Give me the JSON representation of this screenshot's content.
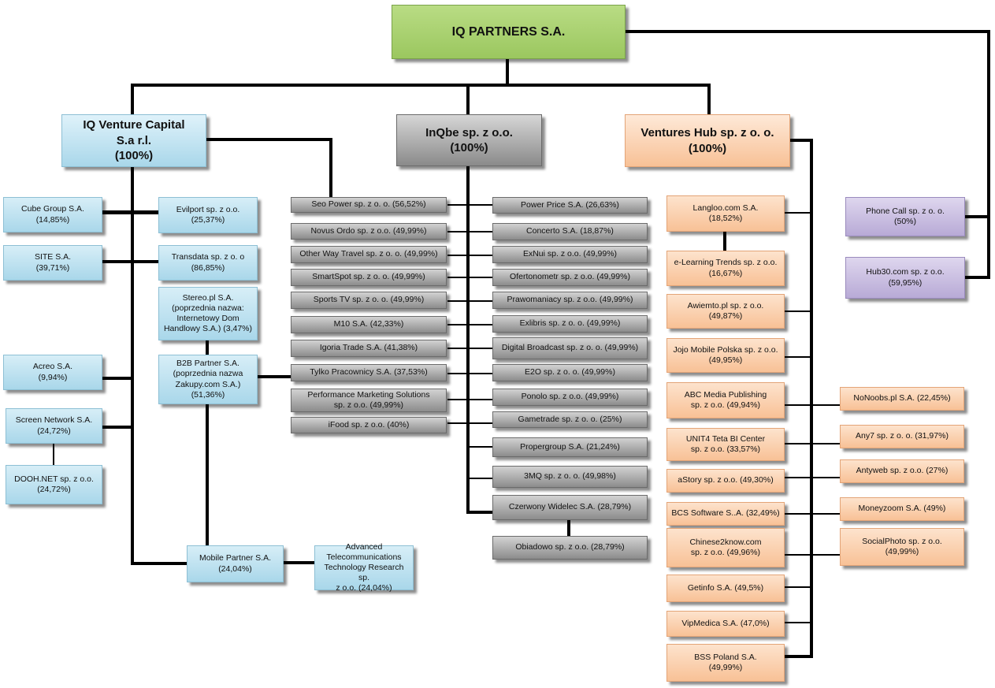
{
  "root": "IQ PARTNERS S.A.",
  "heads": {
    "ivc": [
      "IQ Venture Capital",
      "S.a r.l.",
      "(100%)"
    ],
    "inqbe": [
      "InQbe sp. z o.o.",
      "(100%)"
    ],
    "hub": [
      "Ventures Hub sp. z o. o.",
      "(100%)"
    ]
  },
  "ivc_companies": {
    "cube": [
      "Cube Group S.A.",
      "(14,85%)"
    ],
    "evilport": [
      "Evilport sp. z o.o.",
      "(25,37%)"
    ],
    "site": [
      "SITE S.A.",
      "(39,71%)"
    ],
    "transdata": [
      "Transdata sp. z o. o",
      "(86,85%)"
    ],
    "stereo": [
      "Stereo.pl S.A.",
      "(poprzednia nazwa:",
      "Internetowy Dom",
      "Handlowy S.A.) (3,47%)"
    ],
    "acreo": [
      "Acreo S.A.",
      "(9,94%)"
    ],
    "b2b": [
      "B2B Partner S.A.",
      "(poprzednia nazwa",
      "Zakupy.com S.A.)",
      "(51,36%)"
    ],
    "screen": [
      "Screen Network S.A.",
      "(24,72%)"
    ],
    "dooh": [
      "DOOH.NET sp. z o.o.",
      "(24,72%)"
    ],
    "mobile": [
      "Mobile Partner S.A.",
      "(24,04%)"
    ],
    "advanced": [
      "Advanced",
      "Telecommunications",
      "Technology Research sp.",
      "z o.o. (24,04%)"
    ]
  },
  "inqbe_left": [
    [
      "Seo Power sp. z o. o. (56,52%)"
    ],
    [
      "Novus Ordo sp. z o.o. (49,99%)"
    ],
    [
      "Other Way Travel sp. z o. o. (49,99%)"
    ],
    [
      "SmartSpot sp. z o. o. (49,99%)"
    ],
    [
      "Sports TV sp. z o. o. (49,99%)"
    ],
    [
      "M10 S.A. (42,33%)"
    ],
    [
      "Igoria Trade S.A. (41,38%)"
    ],
    [
      "Tylko Pracownicy S.A. (37,53%)"
    ],
    [
      "Performance Marketing Solutions",
      "sp. z o.o. (49,99%)"
    ],
    [
      "iFood sp. z o.o. (40%)"
    ]
  ],
  "inqbe_right": [
    [
      "Power Price S.A. (26,63%)"
    ],
    [
      "Concerto S.A. (18,87%)"
    ],
    [
      "ExNui sp. z o.o. (49,99%)"
    ],
    [
      "Ofertonometr sp. z o.o. (49,99%)"
    ],
    [
      "Prawomaniacy sp. z o.o. (49,99%)"
    ],
    [
      "Exlibris sp. z o. o. (49,99%)"
    ],
    [
      "Digital Broadcast sp. z o. o. (49,99%)"
    ],
    [
      "E2O sp. z o. o. (49,99%)"
    ],
    [
      "Ponolo sp. z o.o. (49,99%)"
    ],
    [
      "Gametrade sp. z o. o. (25%)"
    ],
    [
      "Propergroup S.A. (21,24%)"
    ],
    [
      "3MQ sp. z o. o. (49,98%)"
    ],
    [
      "Czerwony Widelec S.A. (28,79%)"
    ],
    [
      "Obiadowo sp. z o.o. (28,79%)"
    ]
  ],
  "hub_main": [
    [
      "Langloo.com S.A.",
      "(18,52%)"
    ],
    [
      "e-Learning Trends sp. z o.o.",
      "(16,67%)"
    ],
    [
      "Awiemto.pl sp. z o.o.",
      "(49,87%)"
    ],
    [
      "Jojo Mobile Polska sp. z o.o.",
      "(49,95%)"
    ],
    [
      "ABC Media Publishing",
      "sp. z o.o. (49,94%)"
    ],
    [
      "UNIT4 Teta BI Center",
      "sp. z o.o. (33,57%)"
    ],
    [
      "aStory sp. z o.o. (49,30%)"
    ],
    [
      "BCS Software S..A. (32,49%)"
    ],
    [
      "Chinese2know.com",
      "sp. z o.o. (49,96%)"
    ],
    [
      "Getinfo S.A. (49,5%)"
    ],
    [
      "VipMedica S.A. (47,0%)"
    ],
    [
      "BSS Poland S.A.",
      "(49,99%)"
    ]
  ],
  "hub_right": [
    [
      "NoNoobs.pl S.A. (22,45%)"
    ],
    [
      "Any7 sp. z o. o. (31,97%)"
    ],
    [
      "Antyweb sp. z o.o. (27%)"
    ],
    [
      "Moneyzoom S.A. (49%)"
    ],
    [
      "SocialPhoto sp. z o.o.",
      "(49,99%)"
    ]
  ],
  "direct": [
    [
      "Phone Call sp. z o. o.",
      "(50%)"
    ],
    [
      "Hub30.com sp. z o.o.",
      "(59,95%)"
    ]
  ],
  "colors": {
    "root": "#9bc75f",
    "ivc": "#a9d7ea",
    "inqbe": "#8c8c8c",
    "hub": "#f8c196",
    "direct": "#b8aad6",
    "line": "#000000"
  }
}
